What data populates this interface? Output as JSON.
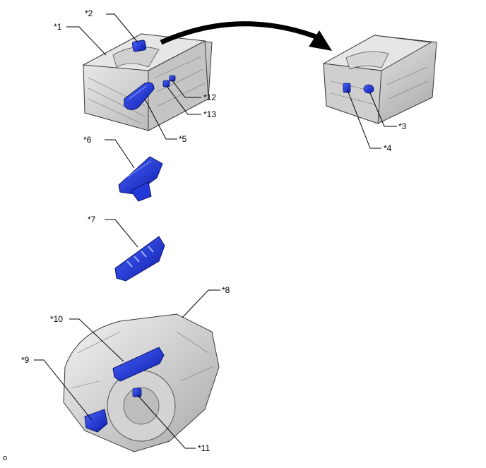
{
  "callouts": [
    "*1",
    "*2",
    "*3",
    "*4",
    "*5",
    "*6",
    "*7",
    "*8",
    "*9",
    "*10",
    "*11",
    "*12",
    "*13"
  ],
  "corner_mark": "o",
  "colors": {
    "part_blue": "#1a2fd0",
    "part_blue_light": "#3d59ff",
    "metal": "#d9d9d9",
    "metal_dark": "#9a9a9a",
    "outline": "#3a3a3a"
  }
}
